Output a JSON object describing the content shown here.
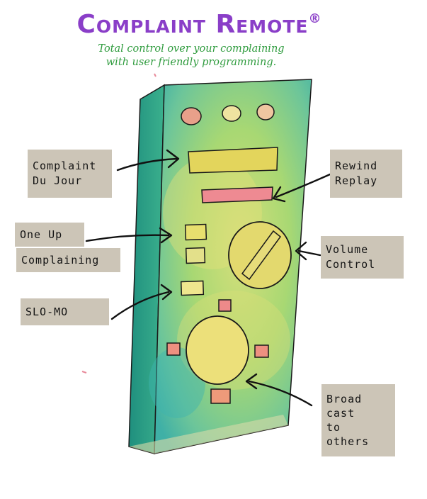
{
  "header": {
    "title": "Complaint Remote",
    "registered_mark": "®",
    "tagline_line1": "Total control over your complaining",
    "tagline_line2": "with user friendly programming."
  },
  "callouts": {
    "complaint_du_jour": {
      "line1": "Complaint",
      "line2": "Du Jour"
    },
    "rewind_replay": {
      "line1": "Rewind",
      "line2": "Replay"
    },
    "one_up": {
      "line1": "One Up"
    },
    "complaining": {
      "line1": "Complaining"
    },
    "volume_control": {
      "line1": "Volume",
      "line2": "Control"
    },
    "slo_mo": {
      "line1": "SLO-MO"
    },
    "broadcast": {
      "line1": "Broad",
      "line2": "cast",
      "line3": "to",
      "line4": "others"
    }
  },
  "colors": {
    "title_purple": "#8a3ec8",
    "tagline_green": "#2e9b3d",
    "remote_body": "#8fcf6a",
    "remote_side": "#2fa884",
    "label_bg": "#ccc5b7"
  }
}
